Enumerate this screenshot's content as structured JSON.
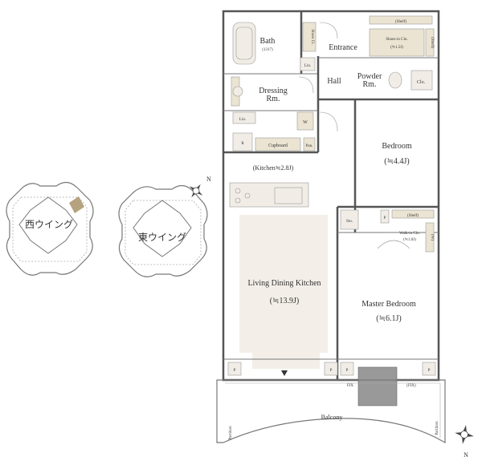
{
  "rooms": {
    "bath": "Bath",
    "bath_size": "(1317)",
    "shoes_closet": "Shoes Cl.",
    "entrance": "Entrance",
    "shelf_top": "(Shelf)",
    "shoes_in_closet": "Shoes-in Clo.",
    "shoes_in_size": "(≒1.5J)",
    "shelf_side": "(Shelf)",
    "lin_1": "Lin.",
    "lin_2": "Lin.",
    "dressing": "Dressing",
    "dressing_rm": "Rm.",
    "hall": "Hall",
    "powder": "Powder",
    "powder_rm": "Rm.",
    "closet": "Clo.",
    "w_1": "W",
    "refrigerator": "R",
    "cupboard": "Cupboard",
    "pantry": "Pan.",
    "kitchen": "(Kitchen≒2.8J)",
    "bedroom": "Bedroom",
    "bedroom_size": "(≒4.4J)",
    "storage": "Sto.",
    "p_1": "P",
    "shelf_wic": "(Shelf)",
    "walk_in_closet": "Walk-in Clo.",
    "walk_in_size": "(≒1.0J)",
    "w_2": "(W)",
    "ldk": "Living Dining Kitchen",
    "ldk_size": "(≒13.9J)",
    "master_bedroom": "Master Bedroom",
    "master_size": "(≒6.1J)",
    "p_2": "P",
    "p_3": "P",
    "p_4": "P",
    "p_5": "P",
    "fix_1": "FIX",
    "fix_2": "(FIX)",
    "balcony": "Balcony",
    "partition_1": "Partition",
    "partition_2": "Partition"
  },
  "wings": {
    "west": "西ウイング",
    "east": "東ウイング"
  },
  "compass": {
    "north_label": "N"
  },
  "colors": {
    "highlight_fill": "#f3efe8",
    "fixture_fill": "#ebe4d2",
    "unit_marker": "#b5a27e",
    "wall": "#555555"
  }
}
